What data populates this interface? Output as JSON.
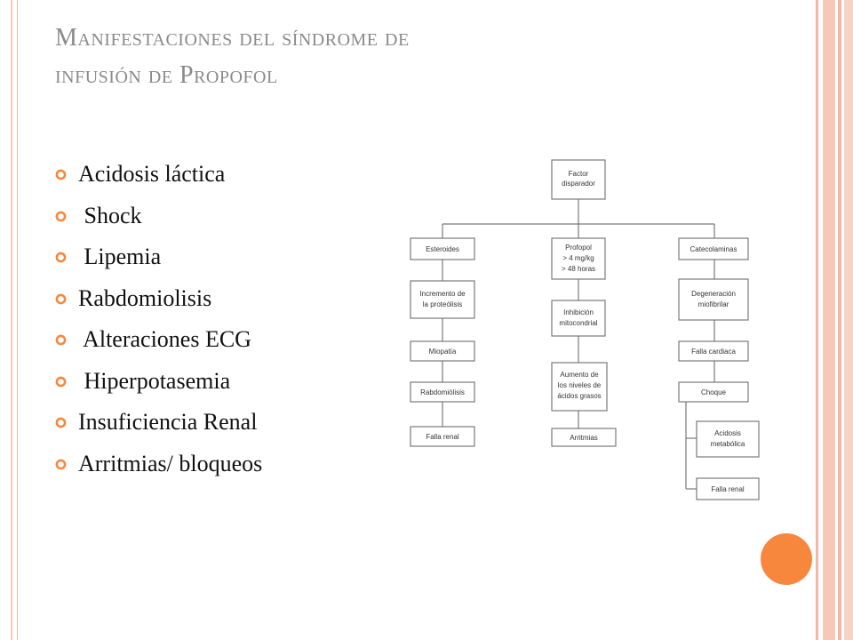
{
  "title": {
    "line1": "Manifestaciones del síndrome de",
    "line2": "infusión  de Propofol"
  },
  "bullets": [
    {
      "text": "Acidosis láctica"
    },
    {
      "text": " Shock"
    },
    {
      "text": " Lipemia"
    },
    {
      "text": "Rabdomiolisis"
    },
    {
      "text": " Alteraciones ECG"
    },
    {
      "text": " Hiperpotasemia"
    },
    {
      "text": "Insuficiencia Renal"
    },
    {
      "text": "Arritmias/ bloqueos"
    }
  ],
  "bullet_icon": "circle-ring-icon",
  "colors": {
    "accent": "#f7873c",
    "frame": "#f2b7a5",
    "title": "#8a8a8a"
  },
  "diagram": {
    "root": {
      "lines": [
        "Factor",
        "disparador"
      ]
    },
    "left": [
      {
        "lines": [
          "Esteroides"
        ]
      },
      {
        "lines": [
          "Incremento de",
          "la proteólisis"
        ]
      },
      {
        "lines": [
          "Miopatía"
        ]
      },
      {
        "lines": [
          "Rabdomiólisis"
        ]
      },
      {
        "lines": [
          "Falla renal"
        ]
      }
    ],
    "middle": [
      {
        "lines": [
          "Profopol",
          "> 4 mg/kg",
          "> 48 horas"
        ]
      },
      {
        "lines": [
          "Inhibición",
          "mitocondrial"
        ]
      },
      {
        "lines": [
          "Aumento de",
          "los niveles de",
          "ácidos grasos"
        ]
      },
      {
        "lines": [
          "Arritmias"
        ]
      }
    ],
    "right": [
      {
        "lines": [
          "Catecolaminas"
        ]
      },
      {
        "lines": [
          "Degeneración",
          "miofibrilar"
        ]
      },
      {
        "lines": [
          "Falla cardiaca"
        ]
      },
      {
        "lines": [
          "Choque"
        ]
      },
      {
        "lines": [
          "Acidosis",
          "metabólica"
        ]
      },
      {
        "lines": [
          "Falla renal"
        ]
      }
    ]
  }
}
